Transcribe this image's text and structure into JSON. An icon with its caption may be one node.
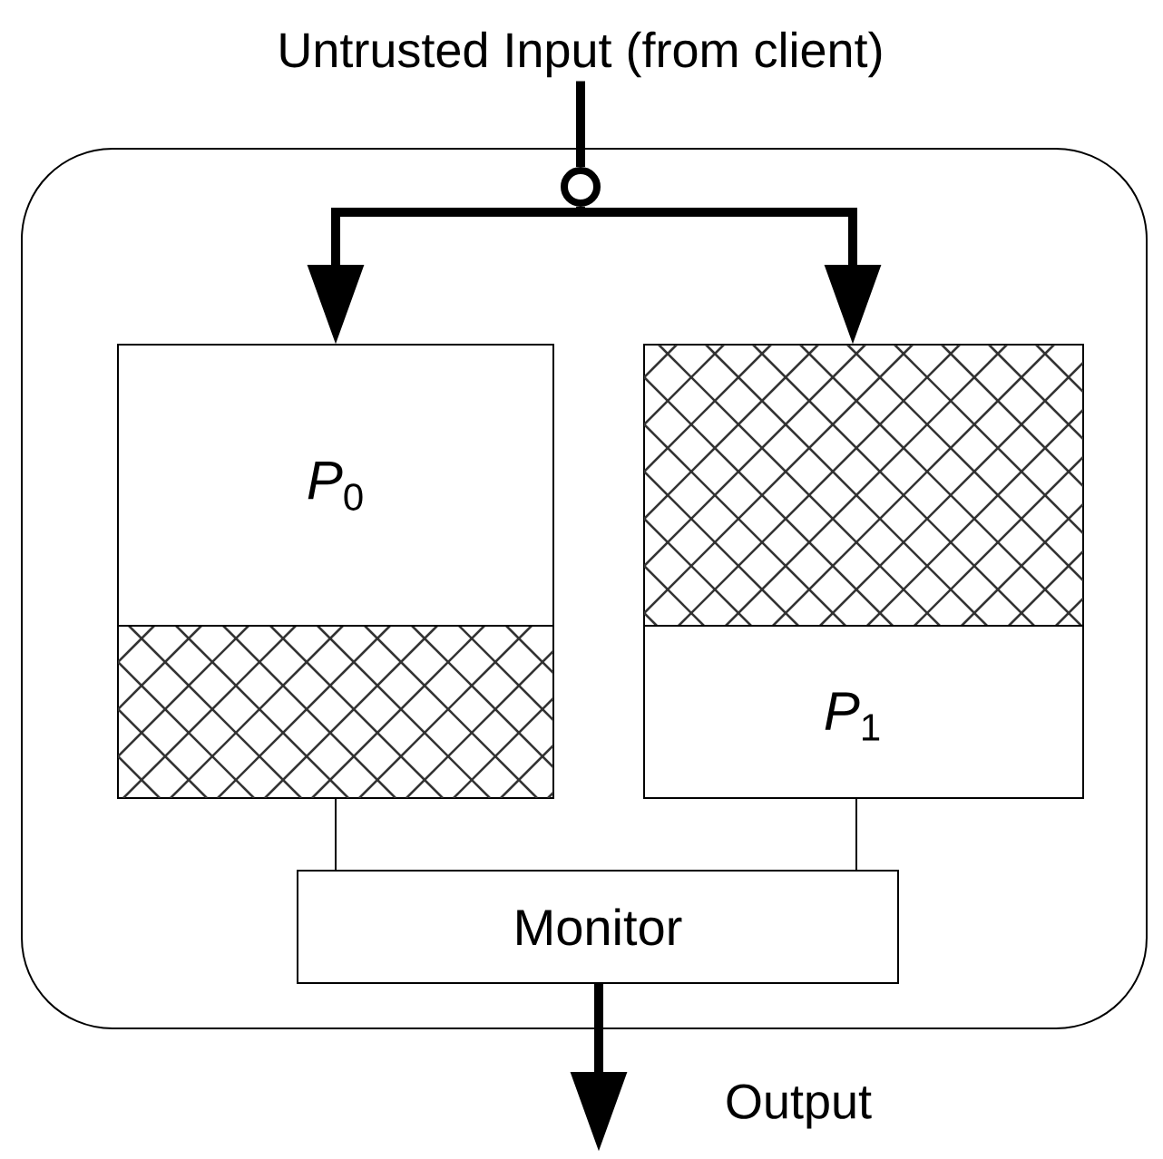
{
  "diagram": {
    "nodes": [
      {
        "text": [],
        "shape": "box"
      },
      {
        "text": [
          "Untrusted Input (from client)"
        ]
      },
      {
        "text": [],
        "shape": "circle",
        "in": 0
      },
      {
        "text": [
          "*P*$_{0}$"
        ],
        "in": 0
      },
      {
        "text": [
          "*P*$_{1}$"
        ],
        "in": 0
      },
      {
        "text": [
          "Monitor"
        ],
        "in": 0
      }
    ],
    "edges": [
      {
        "from": 1,
        "to": 2,
        "arrow": "none"
      },
      {
        "from": 2,
        "to": 3,
        "arrow": "to"
      },
      {
        "from": 2,
        "to": 4,
        "arrow": "to"
      },
      {
        "from": 3,
        "to": 5,
        "arrow": "none"
      },
      {
        "from": 4,
        "to": 5,
        "arrow": "none"
      },
      {
        "from": 5,
        "to": null,
        "arrow": "to",
        "label": "Output"
      }
    ]
  }
}
